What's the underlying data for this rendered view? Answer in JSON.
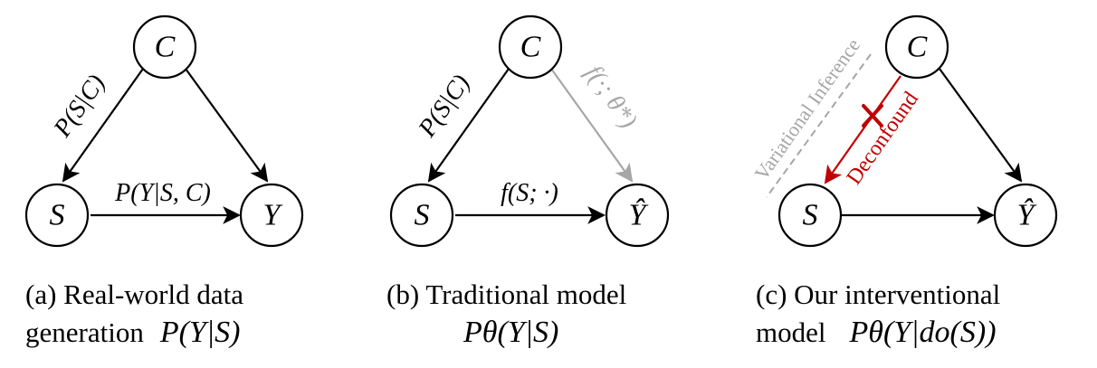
{
  "panel_a": {
    "nodes": {
      "c": "C",
      "s": "S",
      "y": "Y"
    },
    "edge_cs": "P(S|C)",
    "edge_sy": "P(Y|S, C)",
    "caption_line1": "(a) Real-world data",
    "caption_line2_text": "generation",
    "caption_line2_math": "P(Y|S)"
  },
  "panel_b": {
    "nodes": {
      "c": "C",
      "s": "S",
      "y": "Ŷ"
    },
    "edge_cs": "P(S|C)",
    "edge_cy": "f(·; θ*)",
    "edge_sy": "f(S; ·)",
    "caption_line1": "(b) Traditional model",
    "caption_line2_math": "Pθ(Y|S)"
  },
  "panel_c": {
    "nodes": {
      "c": "C",
      "s": "S",
      "y": "Ŷ"
    },
    "variational_label": "Variational Inference",
    "deconfound_label": "Deconfound",
    "caption_line1": "(c) Our interventional",
    "caption_line2_text": "model",
    "caption_line2_math": "Pθ(Y|do(S))"
  },
  "colors": {
    "black": "#000000",
    "gray": "#a6a6a6",
    "red": "#c00000"
  }
}
